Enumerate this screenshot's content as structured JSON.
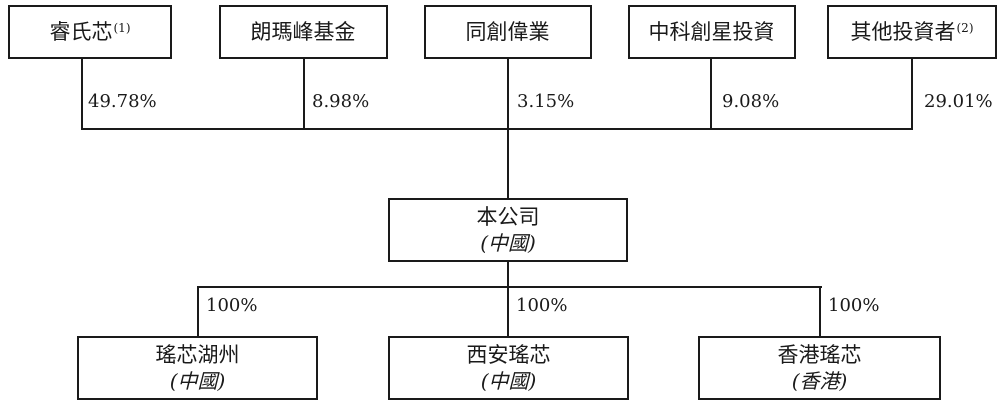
{
  "shareholders": [
    {
      "name": "睿氏芯",
      "note": "(1)",
      "percent": "49.78%"
    },
    {
      "name": "朗瑪峰基金",
      "note": "",
      "percent": "8.98%"
    },
    {
      "name": "同創偉業",
      "note": "",
      "percent": "3.15%"
    },
    {
      "name": "中科創星投資",
      "note": "",
      "percent": "9.08%"
    },
    {
      "name": "其他投資者",
      "note": "(2)",
      "percent": "29.01%"
    }
  ],
  "company": {
    "name": "本公司",
    "jurisdiction": "(中國)"
  },
  "subsidiaries": [
    {
      "name": "瑤芯湖州",
      "jurisdiction": "(中國)",
      "percent": "100%"
    },
    {
      "name": "西安瑤芯",
      "jurisdiction": "(中國)",
      "percent": "100%"
    },
    {
      "name": "香港瑤芯",
      "jurisdiction": "(香港)",
      "percent": "100%"
    }
  ],
  "colors": {
    "line": "#1a1a1a",
    "background": "#ffffff",
    "text": "#1a1a1a"
  }
}
